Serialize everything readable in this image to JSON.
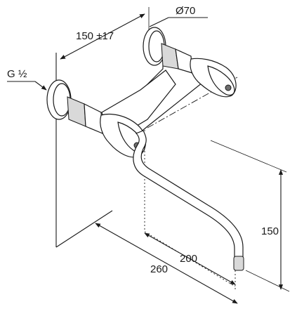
{
  "labels": {
    "thread": "G ½",
    "rosette_diameter": "Ø70",
    "centre_distance": "150 ±17",
    "projection_total": "260",
    "projection_spout": "200",
    "spout_height": "150"
  }
}
